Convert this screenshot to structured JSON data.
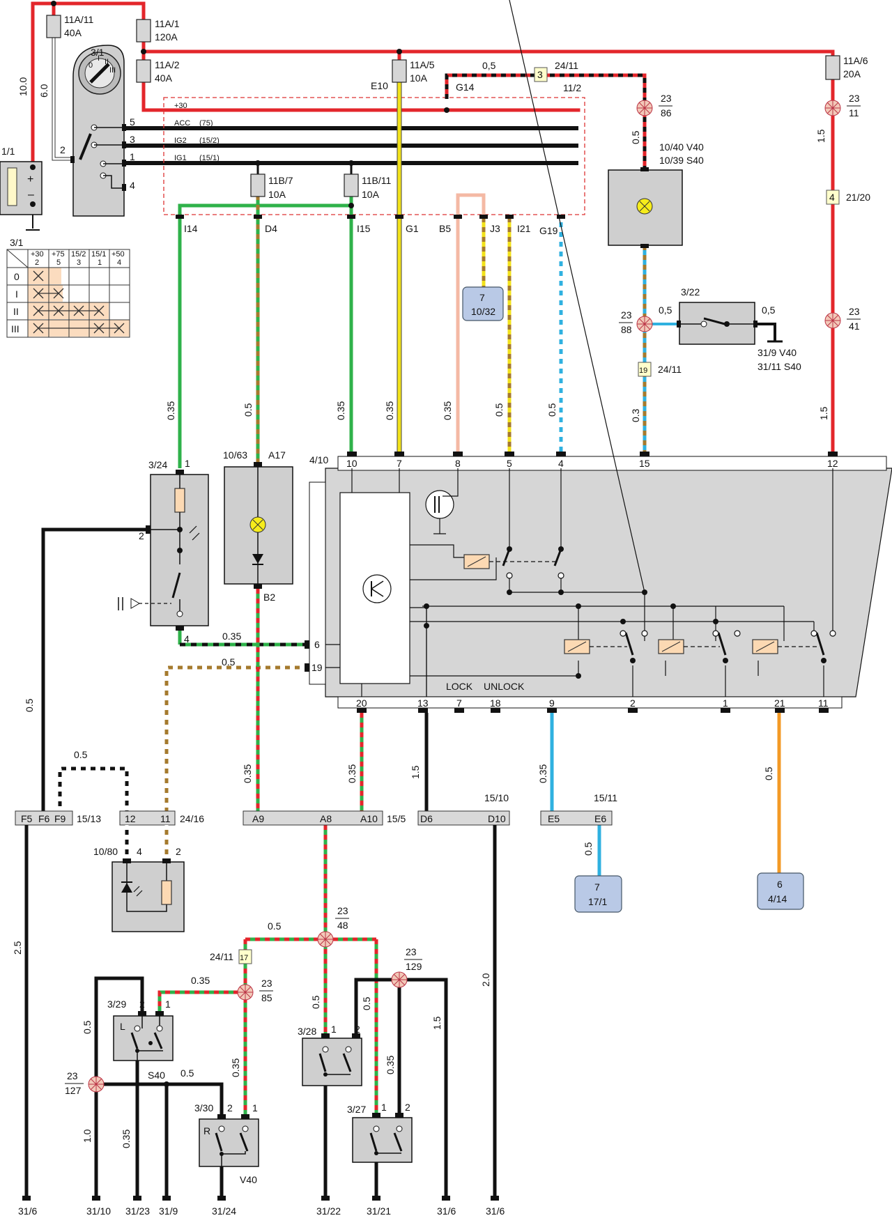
{
  "fuses": {
    "f11a11": {
      "name": "11A/11",
      "rating": "40A"
    },
    "f11a1": {
      "name": "11A/1",
      "rating": "120A"
    },
    "f11a2": {
      "name": "11A/2",
      "rating": "40A"
    },
    "f11a5": {
      "name": "11A/5",
      "rating": "10A"
    },
    "f11a6": {
      "name": "11A/6",
      "rating": "20A"
    },
    "f11b7": {
      "name": "11B/7",
      "rating": "10A"
    },
    "f11b11": {
      "name": "11B/11",
      "rating": "10A"
    }
  },
  "battery": {
    "id": "1/1",
    "plus": "+",
    "minus": "–"
  },
  "ignition": {
    "id": "3/1",
    "pins": [
      "5",
      "3",
      "1",
      "4",
      "2"
    ],
    "switch_positions": [
      "0",
      "I",
      "II",
      "III"
    ],
    "rails": {
      "b30": "+30",
      "acc": "ACC",
      "acc_n": "(75)",
      "ig2": "IG2",
      "ig2_n": "(15/2)",
      "ig1": "IG1",
      "ig1_n": "(15/1)"
    }
  },
  "table": {
    "id": "3/1",
    "headers": [
      "+30\n2",
      "+75\n5",
      "15/2\n3",
      "15/1\n1",
      "+50\n4"
    ],
    "rows": [
      "0",
      "I",
      "II",
      "III"
    ]
  },
  "wires": {
    "w10": "10.0",
    "w6": "6.0",
    "w05a": "0,5",
    "w05b": "0.5",
    "w05c": "0,5",
    "w05d": "0,5",
    "w15a": "1.5",
    "w15b": "1.5",
    "w035a": "0.35",
    "w05e": "0.5",
    "w035b": "0.35",
    "w035c": "0.35",
    "w035d": "0.35",
    "w05f": "0.5",
    "w05g": "0.5",
    "w03": "0.3",
    "w035e": "0.35",
    "w05h": "0.5",
    "w05i": "0.5",
    "w05j": "0.5",
    "w035f": "0.35",
    "w035g": "0.35",
    "w15c": "1.5",
    "w035h": "0.35",
    "w05k": "0.5",
    "w05l": "0.5",
    "w25": "2.5",
    "w05m": "0.5",
    "w035i": "0.35",
    "w05n": "0.5",
    "w05o": "0.5",
    "w035j": "0.35",
    "w035k": "0.35",
    "w05p": "0.5",
    "w20": "2.0",
    "w15d": "1.5",
    "w10b": "1.0",
    "w035l": "0.35",
    "w05q": "0.5"
  },
  "labels": {
    "e10": "E10",
    "g14": "G14",
    "t112": "11/2",
    "t2411a": "24/11",
    "tag3": "3",
    "c2386": [
      "23",
      "86"
    ],
    "c2311": [
      "23",
      "11"
    ],
    "c2388": [
      "23",
      "88"
    ],
    "c2341": [
      "23",
      "41"
    ],
    "lamp_ref": [
      "10/40 V40",
      "10/39 S40"
    ],
    "tag4": "4",
    "t2120": "21/20",
    "c322": "3/22",
    "gnd322": [
      "31/9 V40",
      "31/11 S40"
    ],
    "tag19": "19",
    "t2411b": "24/11",
    "i14": "I14",
    "d4": "D4",
    "i15": "I15",
    "g1": "G1",
    "b5": "B5",
    "j3": "J3",
    "i21": "I21",
    "g19": "G19",
    "blue71032": [
      "7",
      "10/32"
    ]
  },
  "ecu": {
    "id": "4/10",
    "top_pins": [
      "10",
      "7",
      "8",
      "5",
      "4",
      "15",
      "12"
    ],
    "left_pins": [
      "6",
      "19"
    ],
    "bottom_pins": [
      "20",
      "13",
      "7",
      "18",
      "9",
      "2",
      "1",
      "21",
      "11"
    ],
    "lock": "LOCK",
    "unlock": "UNLOCK"
  },
  "comp324": {
    "id": "3/24",
    "pins": [
      "1",
      "2",
      "4"
    ]
  },
  "comp1063": {
    "id": "10/63",
    "pins": [
      "A17",
      "B2"
    ]
  },
  "connectors": {
    "c1513": {
      "pins": [
        "F5",
        "F6",
        "F9"
      ],
      "id": "15/13"
    },
    "c2416": {
      "pins": [
        "12",
        "11"
      ],
      "id": "24/16"
    },
    "c155": {
      "pins": [
        "A9",
        "A8",
        "A10"
      ],
      "id": "15/5"
    },
    "c1510": {
      "pins": [
        "D6",
        "D10"
      ],
      "id": "15/10"
    },
    "c1511": {
      "pins": [
        "E5",
        "E6"
      ],
      "id": "15/11"
    }
  },
  "comp1080": {
    "id": "10/80",
    "pins": [
      "4",
      "2"
    ]
  },
  "blue7171": [
    "7",
    "17/1"
  ],
  "blue6414": [
    "6",
    "4/14"
  ],
  "splices": {
    "c2348": [
      "23",
      "48"
    ],
    "c23129": [
      "23",
      "129"
    ],
    "c2385": [
      "23",
      "85"
    ],
    "c23127": [
      "23",
      "127"
    ],
    "tag17": "17",
    "t2411c": "24/11"
  },
  "switches": {
    "s329": {
      "id": "3/29",
      "pins": [
        "2",
        "1"
      ],
      "mark": "L",
      "variant": "S40"
    },
    "s330": {
      "id": "3/30",
      "pins": [
        "2",
        "1"
      ],
      "mark": "R",
      "variant": "V40"
    },
    "s328": {
      "id": "3/28",
      "pins": [
        "1",
        "2"
      ]
    },
    "s327": {
      "id": "3/27",
      "pins": [
        "1",
        "2"
      ]
    }
  },
  "grounds": [
    "31/6",
    "31/10",
    "31/23",
    "31/9",
    "31/24",
    "31/22",
    "31/21",
    "31/6",
    "31/6"
  ],
  "colors": {
    "red": "#e3262b",
    "black": "#111111",
    "green": "#2fb24a",
    "yellow": "#f2e21b",
    "brown": "#a57a2e",
    "blue": "#2fb1e0",
    "pink": "#f4b9a4",
    "orange": "#f39a26",
    "white": "#ffffff"
  }
}
